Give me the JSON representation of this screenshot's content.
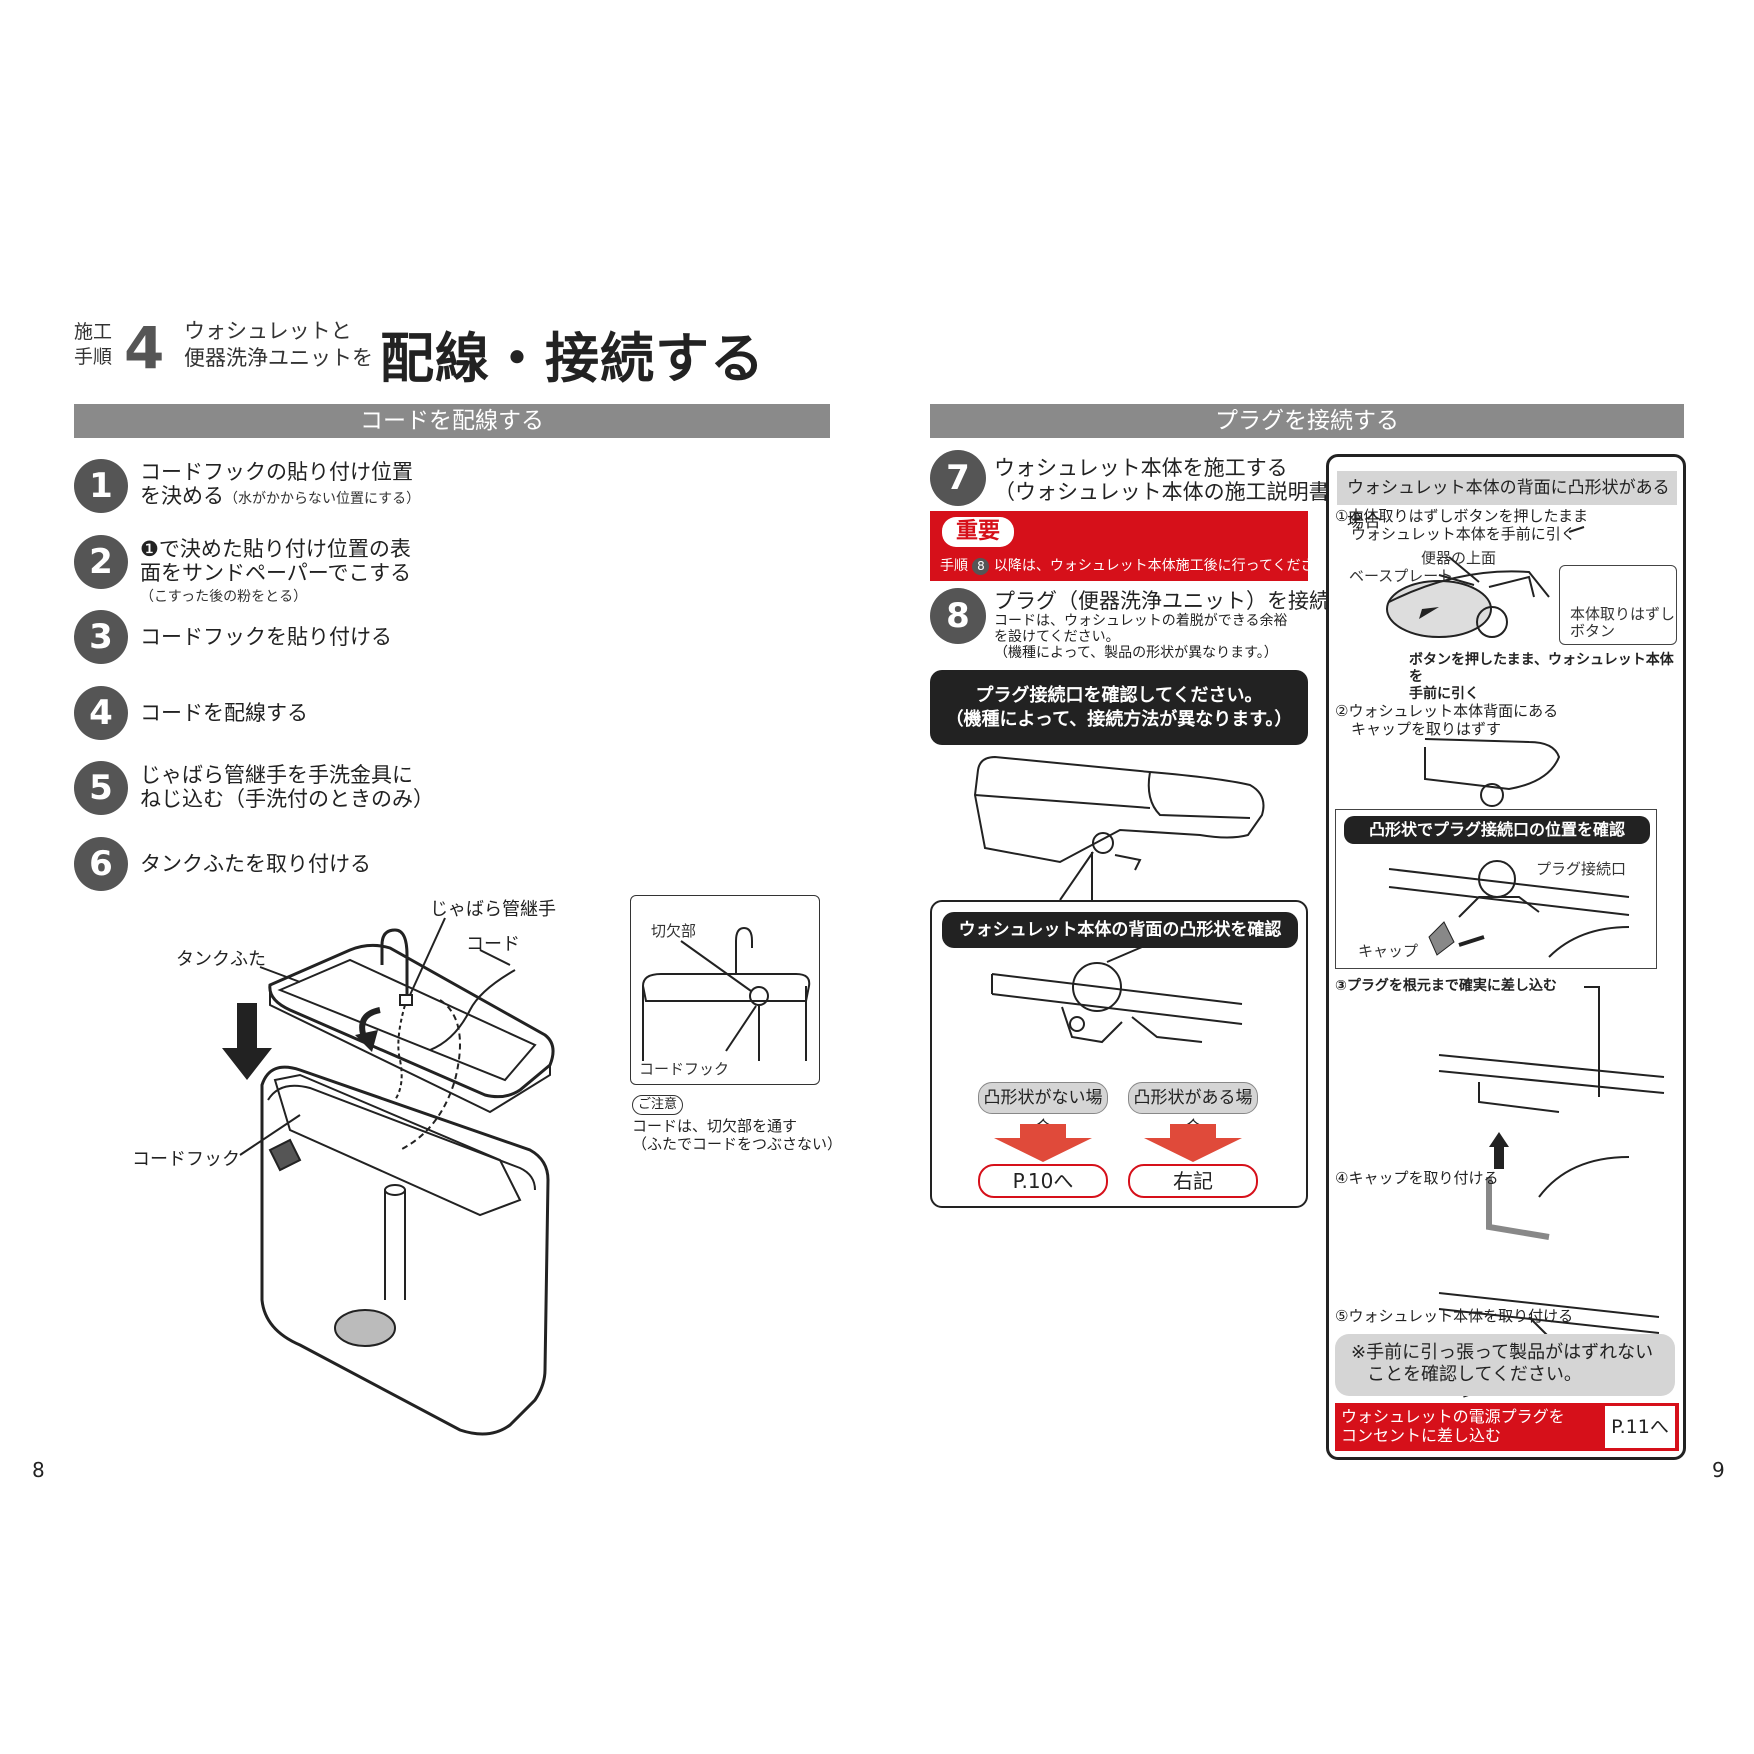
{
  "header": {
    "procedure_line1": "施工",
    "procedure_line2": "手順",
    "step_number": "4",
    "subtitle_line1": "ウォシュレットと",
    "subtitle_line2": "便器洗浄ユニットを",
    "title": "配線・接続する"
  },
  "left": {
    "section_title": "コードを配線する",
    "steps": [
      {
        "num": "1",
        "text_line1": "コードフックの貼り付け位置",
        "text_line2": "を決める",
        "note": "（水がかからない位置にする）"
      },
      {
        "num": "2",
        "text_line1": "❶で決めた貼り付け位置の表",
        "text_line2": "面をサンドペーパーでこする",
        "note": "（こすった後の粉をとる）"
      },
      {
        "num": "3",
        "text_line1": "コードフックを貼り付ける"
      },
      {
        "num": "4",
        "text_line1": "コードを配線する"
      },
      {
        "num": "5",
        "text_line1": "じゃばら管継手を手洗金具に",
        "text_line2": "ねじ込む（手洗付のときのみ）"
      },
      {
        "num": "6",
        "text_line1": "タンクふたを取り付ける"
      }
    ],
    "figure_labels": {
      "jabara": "じゃばら管継手",
      "cord": "コード",
      "tank_lid": "タンクふた",
      "cord_hook": "コードフック"
    },
    "inset": {
      "notch": "切欠部",
      "cord_hook": "コードフック"
    },
    "caution": {
      "badge": "ご注意",
      "line1": "コードは、切欠部を通す",
      "line2": "（ふたでコードをつぶさない）"
    },
    "page_number": "8"
  },
  "right": {
    "section_title": "プラグを接続する",
    "step7": {
      "num": "7",
      "line1": "ウォシュレット本体を施工する",
      "line2": "（ウォシュレット本体の施工説明書参照）"
    },
    "important": {
      "badge": "重要",
      "prefix": "手順",
      "step_ref": "8",
      "text": "以降は、ウォシュレット本体施工後に行ってください。"
    },
    "step8": {
      "num": "8",
      "line1": "プラグ（便器洗浄ユニット）を接続する",
      "note1": "コードは、ウォシュレットの着脱ができる余裕",
      "note2": "を設けてください。",
      "note3": "（機種によって、製品の形状が異なります。）"
    },
    "confirm_box": {
      "line1": "プラグ接続口を確認してください。",
      "line2": "（機種によって、接続方法が異なります。）"
    },
    "check_panel": {
      "title": "ウォシュレット本体の背面の凸形状を確認",
      "no_shape": "凸形状がない場合",
      "has_shape": "凸形状がある場合",
      "goto_p10": "P.10へ",
      "goto_below": "右記"
    },
    "side_panel": {
      "title": "ウォシュレット本体の背面に凸形状がある場合",
      "s1_line1": "①本体取りはずしボタンを押したまま",
      "s1_line2": "ウォシュレット本体を手前に引く",
      "toilet_top": "便器の上面",
      "base_plate": "ベースプレート",
      "remove_button_line1": "本体取りはずし",
      "remove_button_line2": "ボタン",
      "press_note_line1": "ボタンを押したまま、ウォシュレット本体を",
      "press_note_line2": "手前に引く",
      "s2_line1": "②ウォシュレット本体背面にある",
      "s2_line2": "キャップを取りはずす",
      "confirm_title": "凸形状でプラグ接続口の位置を確認",
      "plug_port": "プラグ接続口",
      "cap": "キャップ",
      "s3": "③プラグを根元まで確実に差し込む",
      "s4": "④キャップを取り付ける",
      "s5": "⑤ウォシュレット本体を取り付ける",
      "warning_line1": "※手前に引っ張って製品がはずれない",
      "warning_line2": "ことを確認してください。",
      "plug_in_line1": "ウォシュレットの電源プラグを",
      "plug_in_line2": "コンセントに差し込む",
      "goto_p11": "P.11へ"
    },
    "page_number": "9"
  }
}
